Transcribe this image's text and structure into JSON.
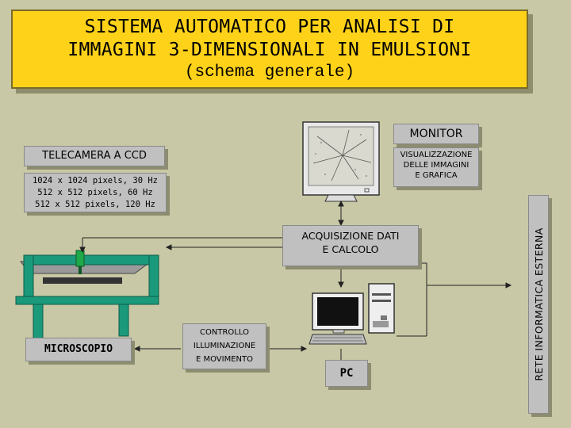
{
  "title": {
    "line1": "SISTEMA AUTOMATICO PER ANALISI DI",
    "line2": "IMMAGINI 3-DIMENSIONALI IN EMULSIONI",
    "line3": "(schema generale)"
  },
  "monitor": {
    "label": "MONITOR",
    "desc_line1": "VISUALIZZAZIONE",
    "desc_line2": "DELLE IMMAGINI",
    "desc_line3": "E GRAFICA"
  },
  "camera": {
    "label": "TELECAMERA A CCD",
    "spec_line1": "1024 x 1024 pixels, 30 Hz",
    "spec_line2": "512 x 512 pixels, 60 Hz",
    "spec_line3": "512 x 512 pixels, 120 Hz"
  },
  "acquisition": {
    "line1": "ACQUISIZIONE DATI",
    "line2": "E CALCOLO"
  },
  "control": {
    "line1": "CONTROLLO",
    "line2": "ILLUMINAZIONE",
    "line3": "E MOVIMENTO"
  },
  "microscope": {
    "label": "MICROSCOPIO"
  },
  "pc": {
    "label": "PC"
  },
  "network": {
    "label": "RETE INFORMATICA ESTERNA"
  },
  "colors": {
    "background": "#c8c8a6",
    "title_fill": "#ffd21a",
    "label_fill": "#c0c0c0",
    "microscope_frame": "#1a9a7a",
    "microscope_stage": "#9a9a9a",
    "camera_head": "#1fa84a"
  }
}
